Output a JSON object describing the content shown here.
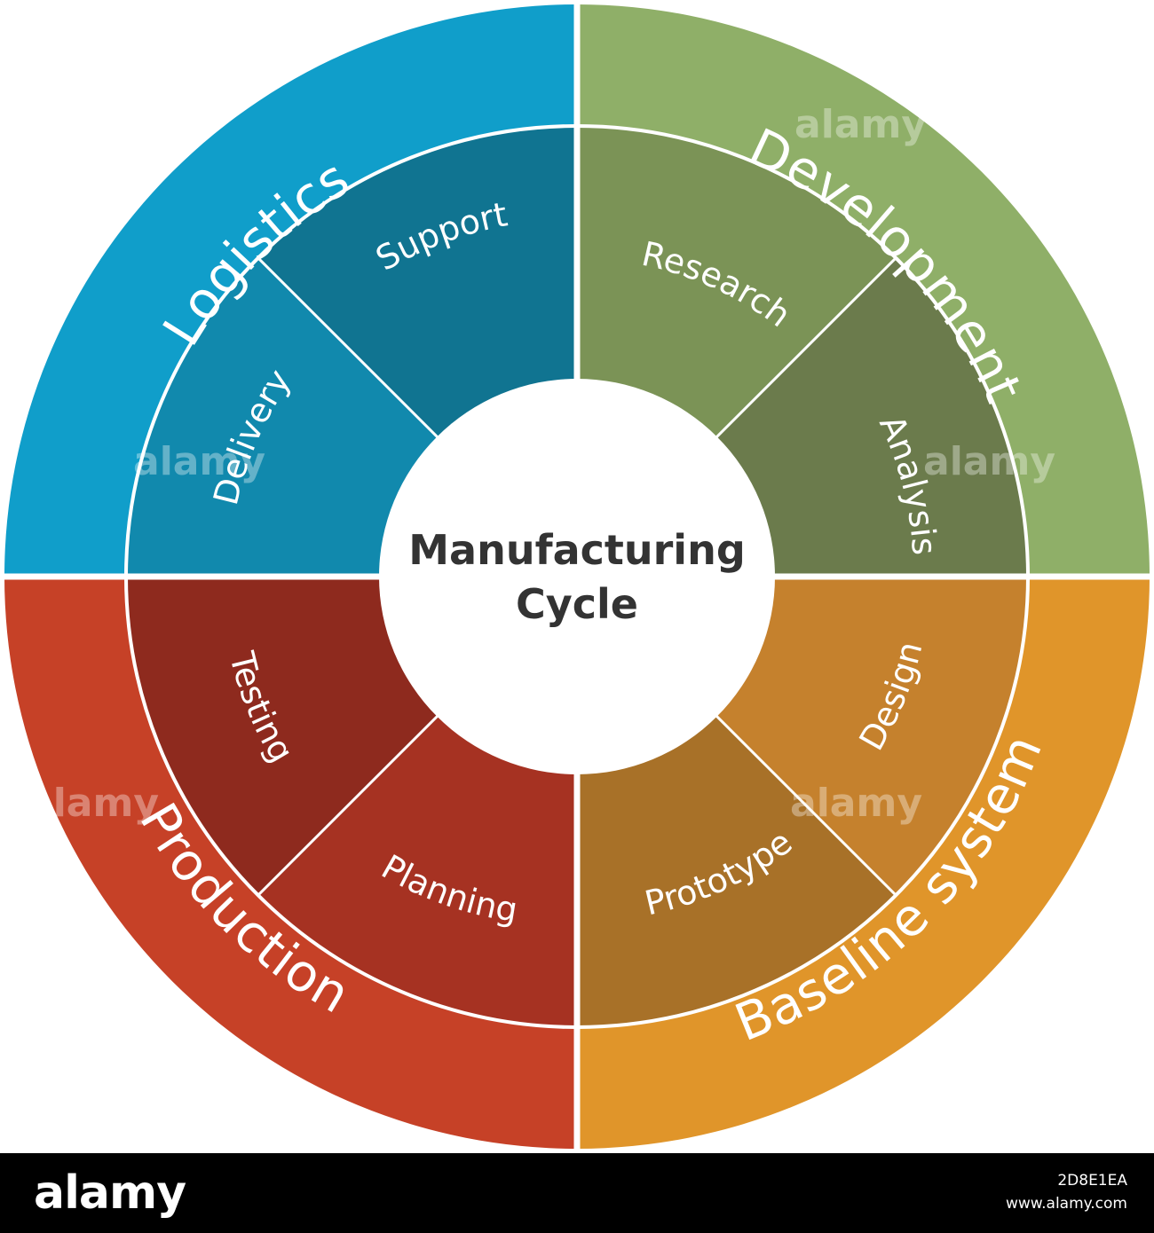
{
  "diagram": {
    "center": {
      "line1": "Manufacturing",
      "line2": "Cycle"
    },
    "quadrants": [
      {
        "key": "development",
        "label": "Development",
        "color": "#8faf68",
        "inner": [
          {
            "label": "Research",
            "color": "#7b9356"
          },
          {
            "label": "Analysis",
            "color": "#6b7b4c"
          }
        ]
      },
      {
        "key": "baseline",
        "label": "Baseline system",
        "color": "#e0952a",
        "inner": [
          {
            "label": "Design",
            "color": "#c5812d"
          },
          {
            "label": "Prototype",
            "color": "#a87128"
          }
        ]
      },
      {
        "key": "production",
        "label": "Production",
        "color": "#c64127",
        "inner": [
          {
            "label": "Planning",
            "color": "#a63222"
          },
          {
            "label": "Testing",
            "color": "#8e2a1e"
          }
        ]
      },
      {
        "key": "logistics",
        "label": "Logistics",
        "color": "#109eca",
        "inner": [
          {
            "label": "Delivery",
            "color": "#1189ad"
          },
          {
            "label": "Support",
            "color": "#107491"
          }
        ]
      }
    ],
    "divider_color": "#ffffff",
    "watermark_text": "alamy"
  },
  "footer": {
    "logo": "alamy",
    "image_id": "2D8E1EA",
    "url": "www.alamy.com"
  }
}
